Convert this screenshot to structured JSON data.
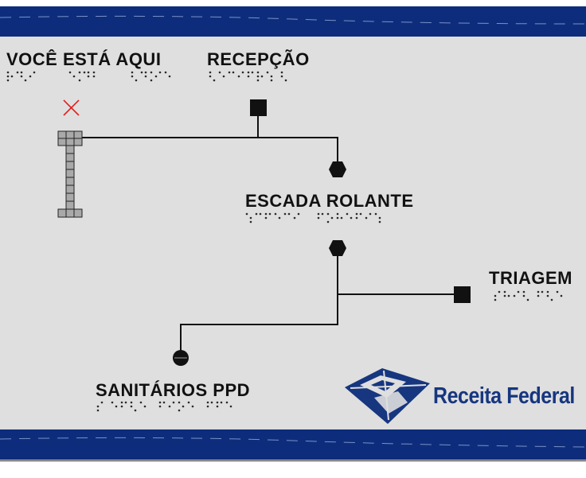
{
  "sign": {
    "colors": {
      "band": "#0d2d7c",
      "plate": "#dfdfdf",
      "line": "#111111",
      "marker_x": "#e02020",
      "logo": "#16367f"
    },
    "locations": {
      "you_are_here": {
        "label": "VOCÊ ESTÁ AQUI",
        "marker_icon": "x-cross-icon",
        "map_icon": "stair-ladder-icon"
      },
      "reception": {
        "label": "RECEPÇÃO",
        "icon": "square-marker-icon"
      },
      "escalator": {
        "label": "ESCADA ROLANTE",
        "icon": "hexagon-marker-icon"
      },
      "triage": {
        "label": "TRIAGEM",
        "icon": "square-marker-icon"
      },
      "restrooms": {
        "label": "SANITÁRIOS PPD",
        "icon": "circle-marker-icon"
      }
    },
    "brand": {
      "name": "Receita Federal",
      "logo_icon": "receita-federal-emblem-icon"
    }
  }
}
